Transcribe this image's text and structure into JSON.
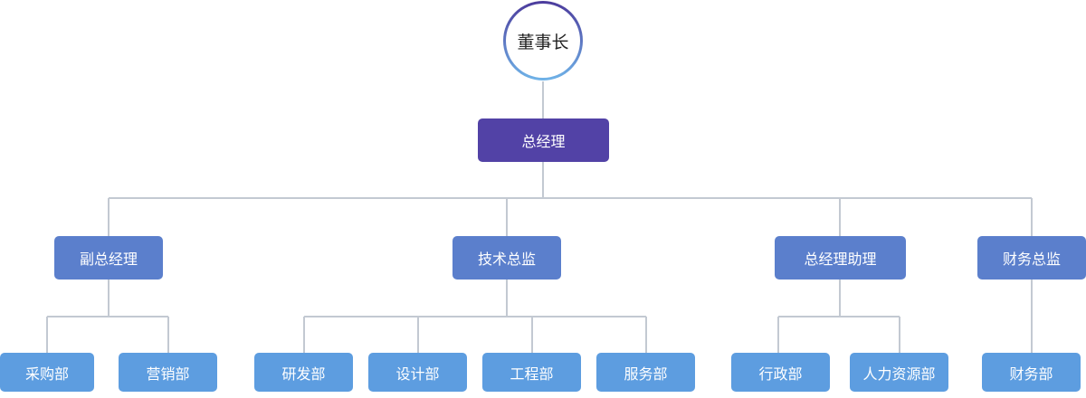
{
  "chart": {
    "chairman": "董事长",
    "general_manager": "总经理",
    "divisions": [
      {
        "title": "副总经理",
        "departments": [
          "采购部",
          "营销部"
        ]
      },
      {
        "title": "技术总监",
        "departments": [
          "研发部",
          "设计部",
          "工程部",
          "服务部"
        ]
      },
      {
        "title": "总经理助理",
        "departments": [
          "行政部",
          "人力资源部"
        ]
      },
      {
        "title": "财务总监",
        "departments": [
          "财务部"
        ]
      }
    ]
  },
  "colors": {
    "connector": "#c3c9d2",
    "general_manager_fill": "#5242a6",
    "director_fill": "#5b7fcc",
    "department_fill": "#5d9de0",
    "chairman_ring": "#6fb3e8"
  }
}
